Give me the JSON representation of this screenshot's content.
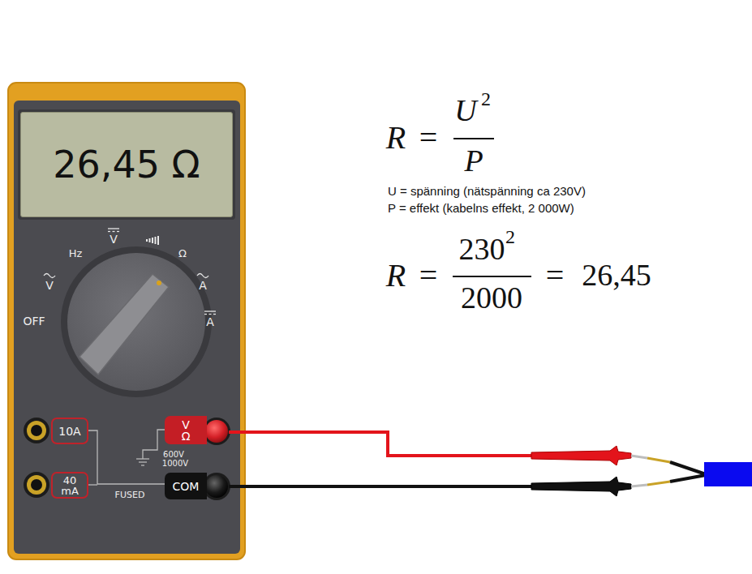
{
  "diagram": {
    "nodes": [
      {
        "text": [
          "26,45 Ω"
        ]
      },
      {
        "text": [
          "10A"
        ]
      },
      {
        "text": [
          "V Ω"
        ]
      },
      {
        "text": [
          "40 mA"
        ]
      },
      {
        "text": [
          "COM"
        ]
      }
    ],
    "labels": [
      "V",
      "Hz",
      "Ω",
      "V",
      "A",
      "OFF",
      "A",
      "600V",
      "1000V",
      "FUSED",
      "R",
      "=",
      "U",
      "2",
      "P",
      "U = spänning (nätspänning ca 230V)",
      "P = effekt (kabelns effekt, 2 000W)",
      "R",
      "=",
      "230",
      "2",
      "2000",
      "=",
      "26,45"
    ]
  }
}
